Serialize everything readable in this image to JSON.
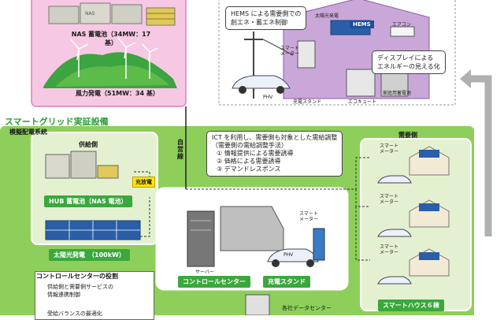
{
  "nas_battery_label": "NAS 蓄電池（34MW：17 基）",
  "wind_power_label": "風力発電（51MW：34 基）",
  "nas_logo": "NAS",
  "home": {
    "hems_callout_line1": "HEMS による需要側での",
    "hems_callout_line2": "創エネ・蓄エネ制御",
    "solar_panel_label": "太陽光発電",
    "aircon_label": "エアコン",
    "hems_box": "HEMS",
    "smart_meter_label": "スマート\nメーター",
    "display_callout_line1": "ディスプレイによる",
    "display_callout_line2": "エネルギーの見える化",
    "phv_label": "PHV",
    "charge_stand_label": "充電スタンド",
    "ecocute_label": "エコキュート",
    "home_battery_label": "家庭用蓄電池"
  },
  "smart_grid": {
    "title": "スマートグリッド実証設備",
    "model_distribution": "模擬配電系統",
    "private_line": "自営線",
    "supply_side": "供給側",
    "hub_battery_label": "HUB 蓄電池（NAS 電池）",
    "pv_label": "太陽光発電　（100kW）",
    "discharge_label": "充放電",
    "ict_line1": "ICT を利用し、需要側も対象とした需給調整",
    "ict_line2": "（需要側の需給調整手法）",
    "ict_item1": "① 情報提供による需要誘導",
    "ict_item2": "② 価格による需要誘導",
    "ict_item3": "③ デマンドレスポンス",
    "demand_side": "需要側",
    "smart_meter": "スマート\nメーター",
    "server_label": "サーバー",
    "phv_label": "PHV",
    "control_center_badge": "コントロールセンター",
    "charge_stand_badge": "充電スタンド",
    "smart_house_badge": "スマートハウス６棟",
    "control_role_title": "コントロールセンターの役割",
    "control_role_line1": "供給側と需要側サービスの",
    "control_role_line2": "情報連携制御",
    "control_role_cut": "受給バランスの最適化",
    "data_center_label": "各社データセンター"
  }
}
